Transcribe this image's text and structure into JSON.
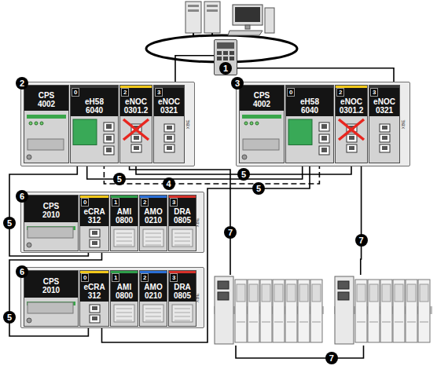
{
  "diagram": {
    "nodes": [
      {
        "text": [
          "1"
        ]
      },
      {
        "text": [
          "2"
        ]
      },
      {
        "text": [
          "CPS 4002"
        ],
        "in": 1
      },
      {
        "text": [
          "0",
          "eH58 6040"
        ],
        "in": 1
      },
      {
        "text": [
          "2",
          "eNOC 0301.2"
        ],
        "in": 1
      },
      {
        "text": [
          "3",
          "eNOC 0321"
        ],
        "in": 1
      },
      {
        "text": [
          "3"
        ]
      },
      {
        "text": [
          "CPS 4002"
        ],
        "in": 6
      },
      {
        "text": [
          "0",
          "eH58 6040"
        ],
        "in": 6
      },
      {
        "text": [
          "2",
          "eNOC 0301.2"
        ],
        "in": 6
      },
      {
        "text": [
          "3",
          "eNOC 0321"
        ],
        "in": 6
      },
      {
        "text": [
          "6"
        ]
      },
      {
        "text": [
          "CPS 2010"
        ],
        "in": 11
      },
      {
        "text": [
          "0",
          "eCRA 312"
        ],
        "in": 11
      },
      {
        "text": [
          "1",
          "AMI 0800"
        ],
        "in": 11
      },
      {
        "text": [
          "2",
          "AMO 0210"
        ],
        "in": 11
      },
      {
        "text": [
          "3",
          "DRA 0805"
        ],
        "in": 11
      },
      {
        "text": [
          "6"
        ]
      },
      {
        "text": [
          "CPS 2010"
        ],
        "in": 17
      },
      {
        "text": [
          "0",
          "eCRA 312"
        ],
        "in": 17
      },
      {
        "text": [
          "1",
          "AMI 0800"
        ],
        "in": 17
      },
      {
        "text": [
          "2",
          "AMO 0210"
        ],
        "in": 17
      },
      {
        "text": [
          "3",
          "DRA 0805"
        ],
        "in": 17
      },
      {
        "text": []
      },
      {
        "text": []
      }
    ],
    "edges": [
      {
        "from": 0,
        "to": 5,
        "arrow": "none"
      },
      {
        "from": 0,
        "to": 10,
        "arrow": "none"
      },
      {
        "from": 4,
        "to": 9,
        "label": "5",
        "arrow": "none"
      },
      {
        "from": 3,
        "to": 8,
        "label": "5",
        "arrow": "none"
      },
      {
        "from": 3,
        "to": 8,
        "label": "4",
        "arrow": "none"
      },
      {
        "from": 3,
        "to": 13,
        "label": "5",
        "arrow": "none"
      },
      {
        "from": 13,
        "to": 19,
        "label": "5",
        "arrow": "none"
      },
      {
        "from": 19,
        "to": 8,
        "label": "5",
        "arrow": "none"
      },
      {
        "from": 9,
        "to": 24,
        "label": "7",
        "arrow": "none"
      },
      {
        "from": 24,
        "to": 23,
        "label": "7",
        "arrow": "none"
      },
      {
        "from": 23,
        "to": 4,
        "label": "7",
        "arrow": "none"
      }
    ],
    "labels": [
      "XBE",
      "XBE",
      "XBE",
      "XBE"
    ]
  }
}
